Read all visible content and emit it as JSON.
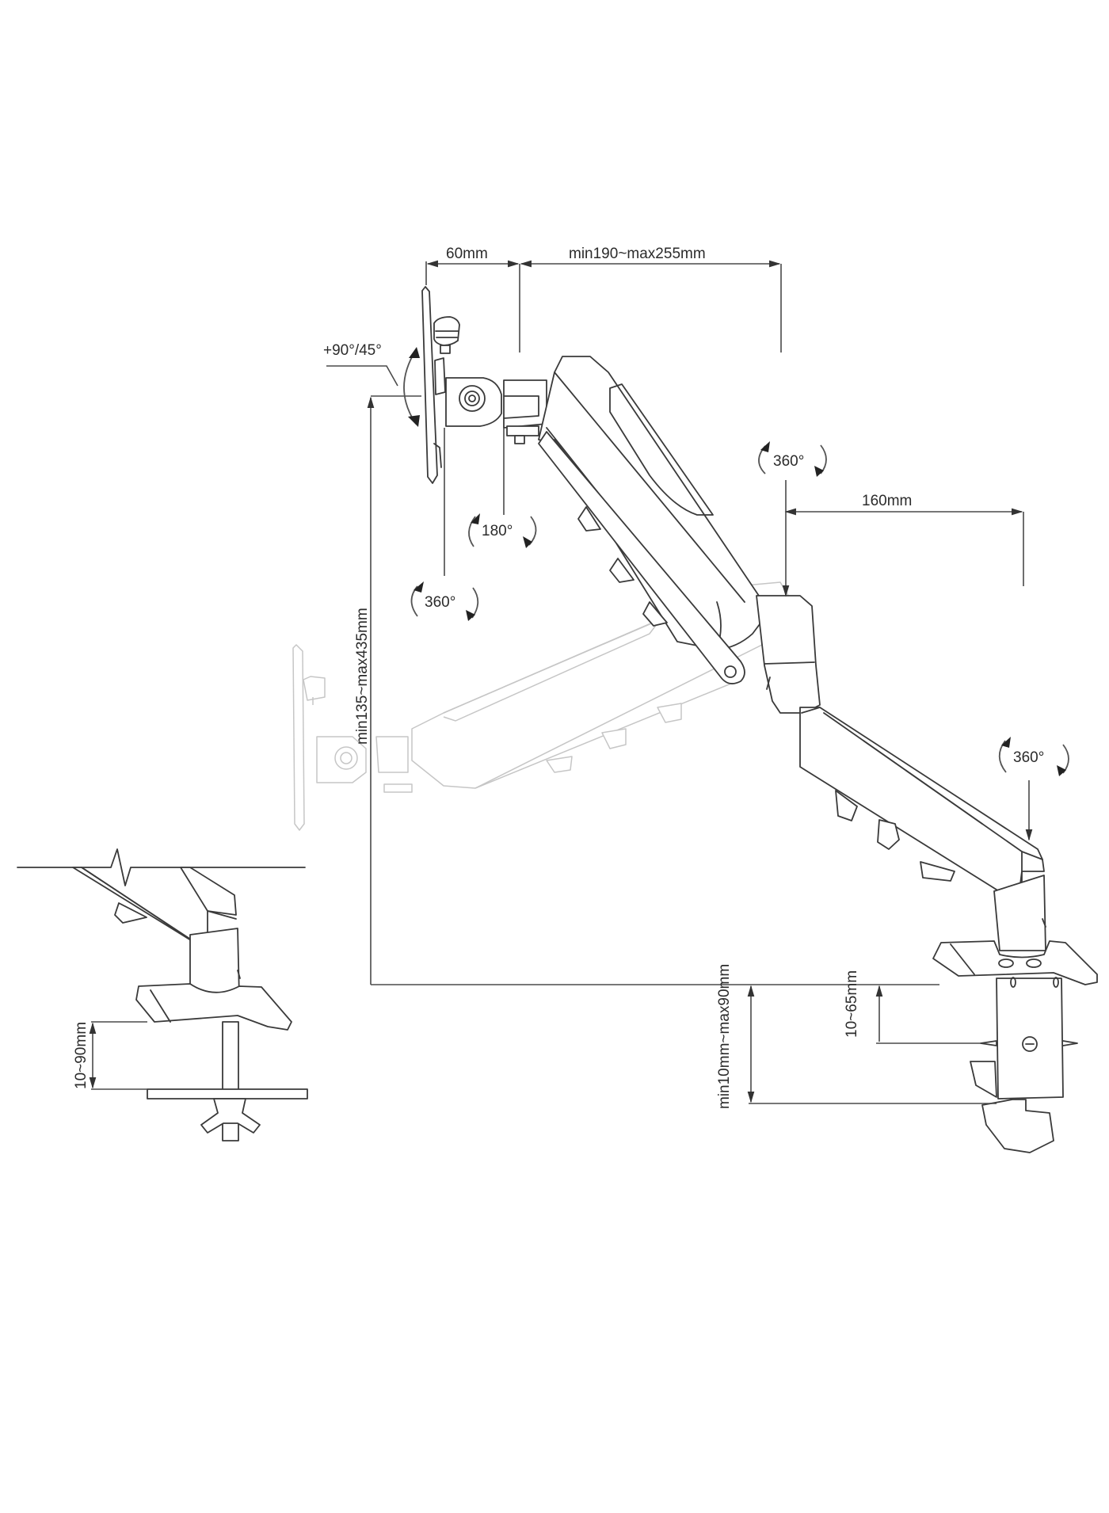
{
  "diagram": {
    "type": "technical-dimension-drawing",
    "subject": "gas spring monitor arm with desk clamp",
    "colors": {
      "line": "#3a3a3a",
      "ghost_line": "#c6c6c6",
      "background": "#ffffff",
      "text": "#2b2b2b"
    },
    "dimensions": {
      "vesa_plate_offset": "60mm",
      "upper_arm_reach": "min190~max255mm",
      "lower_arm_length": "160mm",
      "height_range": "min135~max435mm",
      "clamp_thickness_range": "min10mm~max90mm",
      "clamp_plate_gap": "10~65mm",
      "grommet_thickness_range": "10~90mm"
    },
    "rotations": {
      "tilt": "+90°/45°",
      "head_swivel": "180°",
      "plate_rotation": "360°",
      "elbow_swivel": "360°",
      "base_swivel": "360°"
    },
    "views": [
      {
        "id": "main",
        "label": "clamp mount view (upper position + lowered ghost position)"
      },
      {
        "id": "inset",
        "label": "grommet mount view"
      }
    ]
  }
}
